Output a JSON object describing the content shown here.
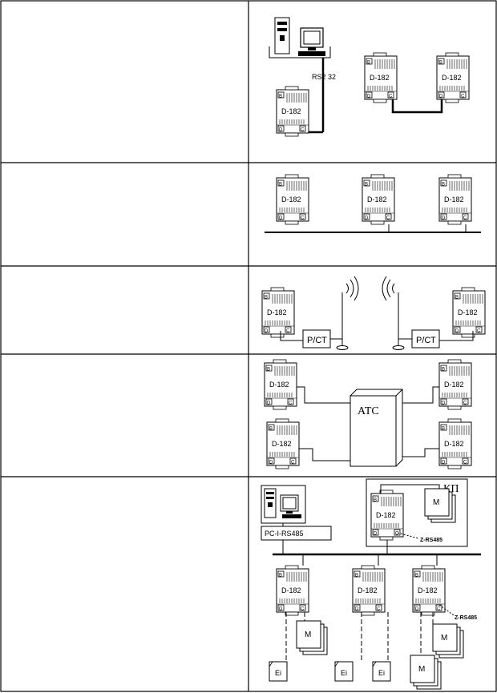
{
  "device_label": "D-182",
  "device_parts": {
    "b": "B",
    "d": "D",
    "c": "C"
  },
  "rows": [
    {
      "id": "rs232",
      "left_text": "",
      "labels": {
        "link": "RS2 32"
      }
    },
    {
      "id": "bus",
      "left_text": ""
    },
    {
      "id": "radio",
      "left_text": "",
      "labels": {
        "station_left": "Р/СТ",
        "station_right": "Р/СТ"
      }
    },
    {
      "id": "phone",
      "left_text": "",
      "labels": {
        "exchange": "АТС"
      }
    },
    {
      "id": "rs485",
      "left_text": "",
      "labels": {
        "site": "КП",
        "converter": "PC-I-RS485",
        "module": "M",
        "sensor": "Ei",
        "link_top": "Z-RS485",
        "link_bottom": "Z-RS485"
      }
    }
  ]
}
